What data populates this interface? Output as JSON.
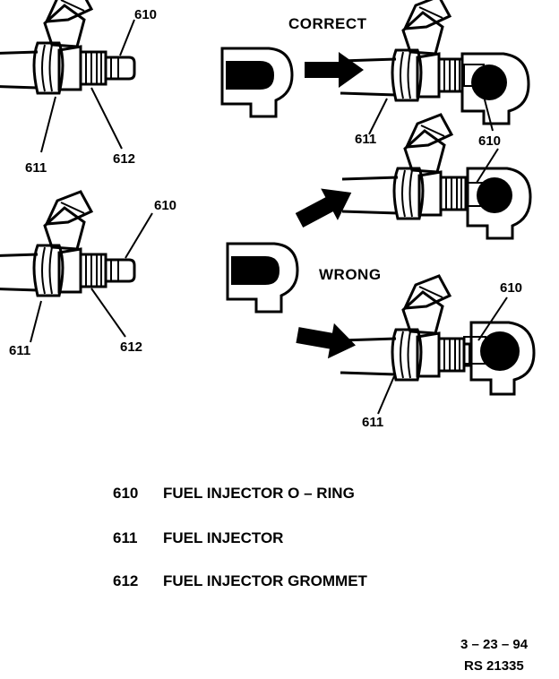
{
  "headings": {
    "correct": "CORRECT",
    "wrong": "WRONG"
  },
  "callouts": {
    "d1_610": "610",
    "d1_611": "611",
    "d1_612": "612",
    "d2_610": "610",
    "d2_611": "611",
    "d2_612": "612",
    "c_611": "611",
    "c_610": "610",
    "w1_610": "610",
    "w2_611": "611"
  },
  "legend": [
    {
      "code": "610",
      "text": "FUEL INJECTOR O – RING"
    },
    {
      "code": "611",
      "text": "FUEL INJECTOR"
    },
    {
      "code": "612",
      "text": "FUEL INJECTOR GROMMET"
    }
  ],
  "footer": {
    "date": "3 – 23 – 94",
    "ref": "RS 21335"
  }
}
